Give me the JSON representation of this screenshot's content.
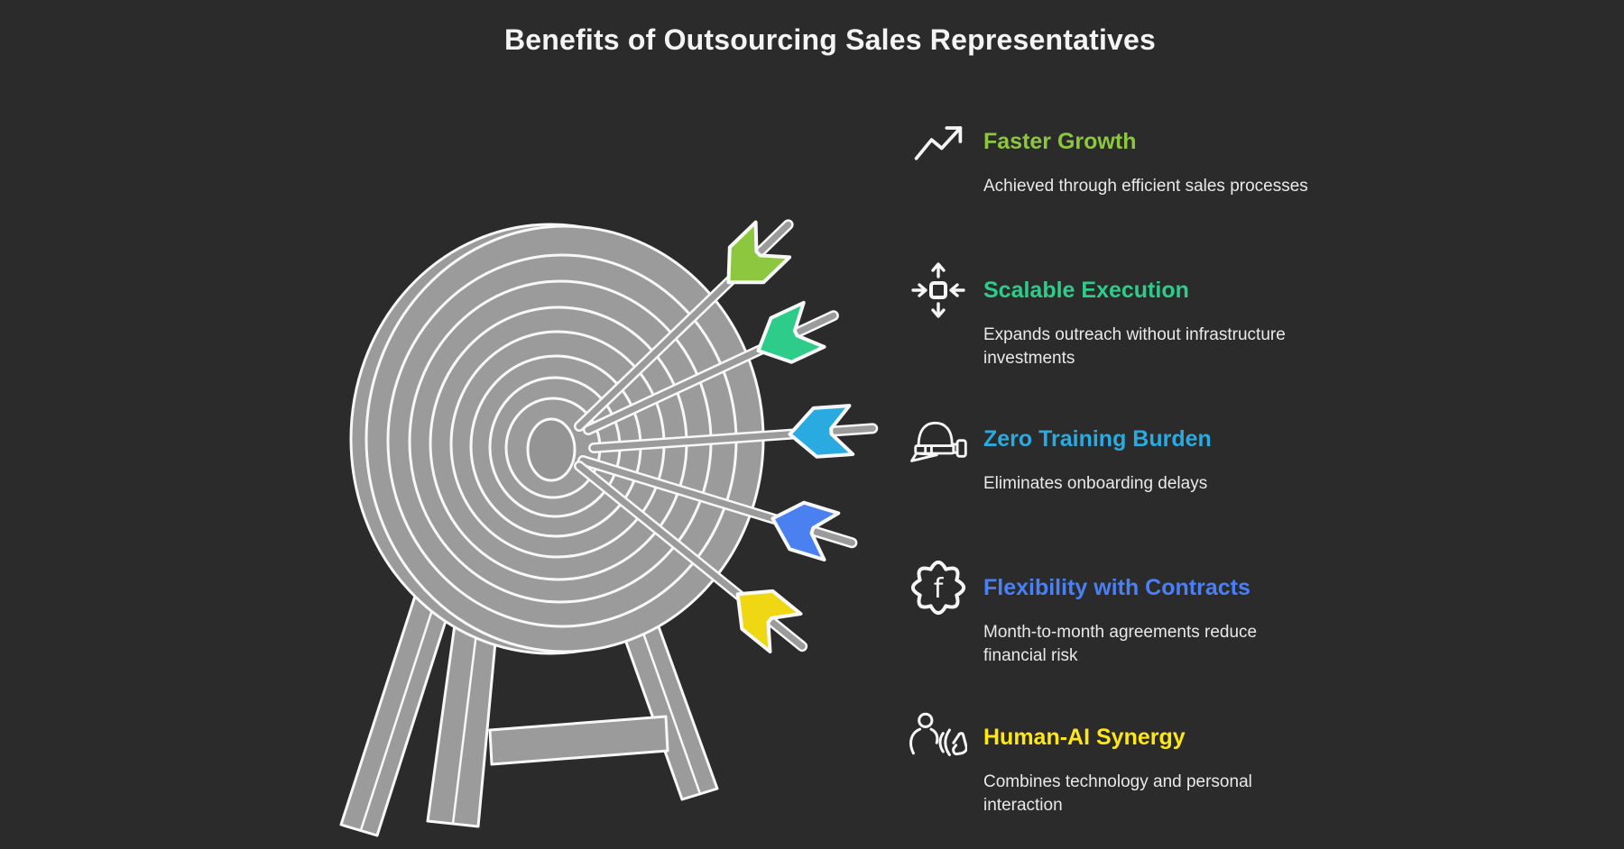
{
  "title": "Benefits of Outsourcing Sales Representatives",
  "colors": {
    "background": "#2b2b2b",
    "title_text": "#f4f4f4",
    "description_text": "#e9e9e9",
    "icon_stroke": "#f5f5f5",
    "board_fill": "#9b9b9b",
    "board_outline": "#f8f8f8"
  },
  "illustration": {
    "name": "archery-target-with-five-arrows",
    "arrow_colors": [
      "#8dc63f",
      "#2ecc8b",
      "#29abe2",
      "#4a80f0",
      "#f0d713"
    ]
  },
  "items": [
    {
      "icon": "trending-up-icon",
      "color": "#8dc63f",
      "heading": "Faster Growth",
      "desc": [
        "Achieved through efficient sales processes",
        ""
      ]
    },
    {
      "icon": "expand-scale-icon",
      "color": "#2ecc8b",
      "heading": "Scalable Execution",
      "desc": [
        "Expands outreach without infrastructure",
        "investments"
      ]
    },
    {
      "icon": "training-helmet-icon",
      "color": "#29abe2",
      "heading": "Zero Training Burden",
      "desc": [
        "Eliminates onboarding delays",
        ""
      ]
    },
    {
      "icon": "gear-f-icon",
      "color": "#4a80f5",
      "heading": "Flexibility with Contracts",
      "desc": [
        "Month-to-month agreements reduce",
        "financial risk"
      ]
    },
    {
      "icon": "human-ai-interaction-icon",
      "color": "#ffe713",
      "heading": "Human-AI Synergy",
      "desc": [
        "Combines technology and personal",
        "interaction"
      ]
    }
  ]
}
